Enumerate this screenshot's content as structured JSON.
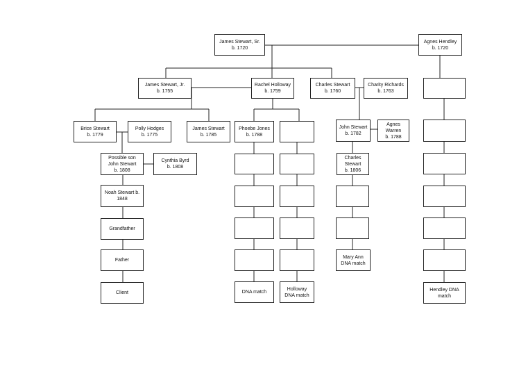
{
  "people": {
    "james_sr": {
      "name": "James Stewart, Sr.",
      "born": "b. 1720"
    },
    "agnes": {
      "name": "Agnes Hendley",
      "born": "b. 1720"
    },
    "james_jr": {
      "name": "James Stewart, Jr.",
      "born": "b. 1755"
    },
    "rachel": {
      "name": "Rachel Holloway",
      "born": "b. 1759"
    },
    "charles": {
      "name": "Charles Stewart",
      "born": "b. 1760"
    },
    "charity": {
      "name": "Charity Richards",
      "born": "b. 1763"
    },
    "brice": {
      "name": "Brice Stewart",
      "born": "b. 1779"
    },
    "polly": {
      "name": "Polly Hodges",
      "born": "b. 1775"
    },
    "james1785": {
      "name": "James Stewart",
      "born": "b. 1785"
    },
    "phoebe": {
      "name": "Phoebe Jones",
      "born": "b. 1788"
    },
    "john1782": {
      "name": "John Stewart",
      "born": "b. 1782"
    },
    "agnes_warren": {
      "line1": "Agnes",
      "line2": "Warren",
      "line3": "b. 1788"
    },
    "possible_son": {
      "line1": "Possible son",
      "line2": "John Stewart",
      "line3": "b. 1808"
    },
    "cynthia": {
      "name": "Cynthia Byrd",
      "born": "b. 1808"
    },
    "charles1806": {
      "line1": "Charles",
      "line2": "Stewart",
      "line3": "b. 1806"
    },
    "noah": {
      "line1": "Noah Stewart b.",
      "line2": "1848"
    },
    "grandfather": {
      "label": "Grandfather"
    },
    "father": {
      "label": "Father"
    },
    "client": {
      "label": "Client"
    },
    "dna_match": {
      "label": "DNA match"
    },
    "holloway_dna": {
      "line1": "Holloway",
      "line2": "DNA match"
    },
    "mary_ann_dna": {
      "line1": "Mary Ann",
      "line2": "DNA match"
    },
    "hendley_dna": {
      "line1": "Hendley DNA",
      "line2": "match"
    }
  }
}
